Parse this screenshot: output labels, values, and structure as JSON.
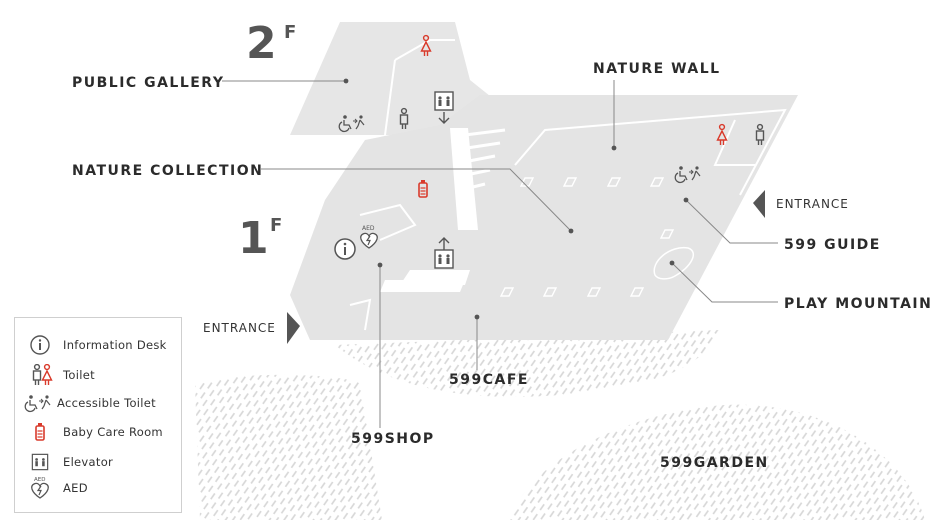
{
  "floors": {
    "upper": "2",
    "lower": "1",
    "floor_suffix": "F"
  },
  "areas": {
    "public_gallery": "PUBLIC GALLERY",
    "nature_wall": "NATURE WALL",
    "nature_collection": "NATURE COLLECTION",
    "guide": "599 GUIDE",
    "play_mountain": "PLAY MOUNTAIN",
    "cafe": "599CAFE",
    "shop": "599SHOP",
    "garden": "599GARDEN"
  },
  "entrances": {
    "right": "ENTRANCE",
    "left": "ENTRANCE"
  },
  "legend": [
    {
      "icon": "information-icon",
      "label": "Information Desk"
    },
    {
      "icon": "toilet-icon",
      "label": "Toilet"
    },
    {
      "icon": "accessible-toilet-icon",
      "label": "Accessible Toilet"
    },
    {
      "icon": "baby-care-icon",
      "label": "Baby Care Room"
    },
    {
      "icon": "elevator-icon",
      "label": "Elevator"
    },
    {
      "icon": "aed-icon",
      "label": "AED"
    }
  ],
  "icon_markers": {
    "aed": "AED"
  },
  "colors": {
    "floor": "#e4e4e4",
    "accent_red": "#d93a2b",
    "icon_gray": "#555555",
    "leader": "#888888",
    "hatch": "#d9d9d9"
  }
}
